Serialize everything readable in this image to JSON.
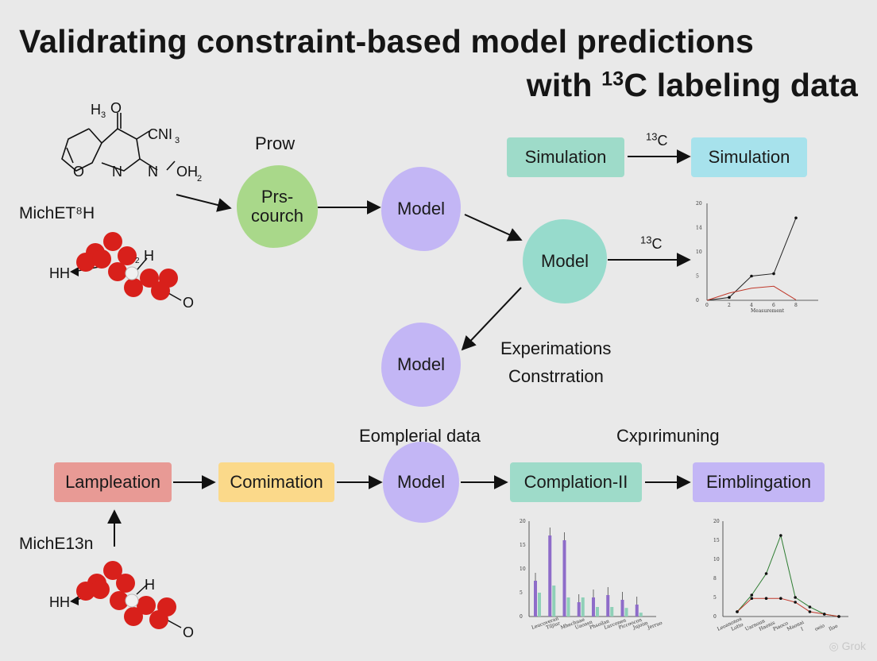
{
  "title": {
    "line1": "Validrating constraint-based model predictions",
    "line2_pre": "with ",
    "line2_sup": "13",
    "line2_post": "C labeling data"
  },
  "molecule_top": {
    "label": "MichET⁸H",
    "atoms": [
      "H3",
      "O",
      "CNI3",
      "O",
      "N",
      "N",
      "OH2",
      "HH",
      "H",
      "O"
    ]
  },
  "molecule_bottom": {
    "label": "MichE13n",
    "atoms": [
      "HH",
      "H",
      "O"
    ]
  },
  "labels": {
    "prow": "Prow",
    "c13_top_sup": "13",
    "c13_top_text": "C",
    "c13_mid_sup": "13",
    "c13_mid_text": "C",
    "experimations": "Experimations",
    "constrration": "Constrration",
    "eomplerial": "Eomplerial data",
    "cxprimuning": "Cxpırimuning"
  },
  "nodes": {
    "prs_line1": "Prs-",
    "prs_line2": "courch",
    "model_1": "Model",
    "model_2": "Model",
    "model_3": "Model",
    "model_4": "Model",
    "simulation_1": "Simulation",
    "simulation_2": "Simulation",
    "lampleation": "Lampleation",
    "comimation": "Comimation",
    "complation": "Complation-II",
    "eimblingation": "Eimblingation"
  },
  "colors": {
    "green_blob": "#a9d88a",
    "purple": "#c3b6f5",
    "teal_blob": "#97dbcc",
    "teal_box": "#9edbc9",
    "cyan_box": "#a7e2ec",
    "red_box": "#e89a95",
    "yellow_box": "#fbd98a",
    "atom_red": "#d8201b"
  },
  "chart_data": [
    {
      "type": "line",
      "x": [
        0,
        2,
        4,
        6,
        8
      ],
      "series": [
        {
          "values": [
            0,
            0.6,
            5,
            5.5,
            17
          ]
        },
        {
          "values": [
            0,
            1.5,
            2.5,
            2.9,
            0.1
          ]
        }
      ],
      "xlabel": "Measurement",
      "ylabel": "",
      "ylim": [
        0,
        20
      ],
      "yticks": [
        "20",
        "14",
        "10",
        "5",
        "0"
      ],
      "xticks": [
        "0",
        "2",
        "4",
        "6",
        "8"
      ]
    },
    {
      "type": "bar",
      "categories": [
        "Leucoveran",
        "Tiljiur",
        "Mhechuae",
        "Uaoasn",
        "Phsoilan",
        "Lurconen",
        "Piccoocon",
        "Jujoim",
        "Jerruo"
      ],
      "series": [
        {
          "values": [
            7.5,
            17,
            16,
            3,
            4,
            4.5,
            3.5,
            2.5
          ]
        },
        {
          "values": [
            5,
            6.5,
            4,
            4,
            2,
            2,
            1.8,
            0.8
          ]
        }
      ],
      "ylim": [
        0,
        20
      ],
      "yticks": [
        "20",
        "15",
        "10",
        "5",
        "0"
      ]
    },
    {
      "type": "line",
      "categories": [
        "Leoanonoa",
        "Lotto",
        "Uarnoun",
        "Haonis",
        "Piaoco",
        "Maonai",
        "I",
        "oeio",
        "Iloo"
      ],
      "series": [
        {
          "values": [
            1,
            4.5,
            9,
            17,
            4,
            2,
            0.5,
            0
          ]
        },
        {
          "values": [
            1,
            3.8,
            3.8,
            3.8,
            3,
            1,
            0.5,
            0
          ]
        }
      ],
      "ylim": [
        0,
        20
      ],
      "yticks": [
        "20",
        "15",
        "10",
        "8",
        "5",
        "0"
      ]
    }
  ]
}
